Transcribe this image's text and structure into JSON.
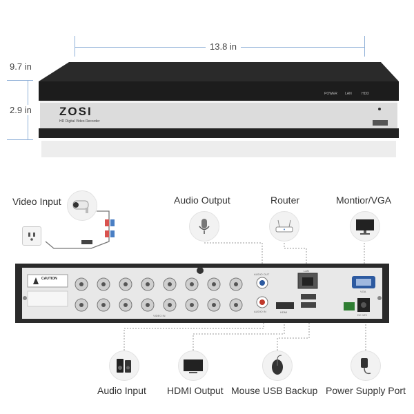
{
  "dimensions": {
    "width": "13.8 in",
    "depth": "9.7 in",
    "height": "2.9 in"
  },
  "device": {
    "brand": "ZOSI",
    "front_text": "HD Digital Video Recorder",
    "front_leds": [
      "POWER",
      "LAN",
      "HDD"
    ],
    "caution_title": "CAUTION",
    "rear_labels": {
      "video_in": "VIDEO IN",
      "audio_out": "AUDIO OUT",
      "audio_in": "AUDIO IN",
      "hdmi": "HDMI",
      "lan": "LAN",
      "vga": "VGA",
      "power": "DC 12V"
    }
  },
  "connections_top": [
    {
      "label": "Video Input",
      "icon": "camera-icon"
    },
    {
      "label": "Audio Output",
      "icon": "microphone-icon"
    },
    {
      "label": "Router",
      "icon": "router-icon"
    },
    {
      "label": "Montior/VGA",
      "icon": "monitor-icon"
    }
  ],
  "connections_bottom": [
    {
      "label": "Audio Input",
      "icon": "speaker-icon"
    },
    {
      "label": "HDMI Output",
      "icon": "tv-icon"
    },
    {
      "label": "Mouse USB Backup",
      "icon": "mouse-icon"
    },
    {
      "label": "Power Supply Port",
      "icon": "power-adapter-icon"
    }
  ],
  "colors": {
    "device_body": "#2b2b2b",
    "front_panel": "#d9d9d9",
    "rear_panel": "#e6e6e6",
    "leader_line": "#9a9a9a",
    "accent_blue": "#4a7fc4"
  }
}
